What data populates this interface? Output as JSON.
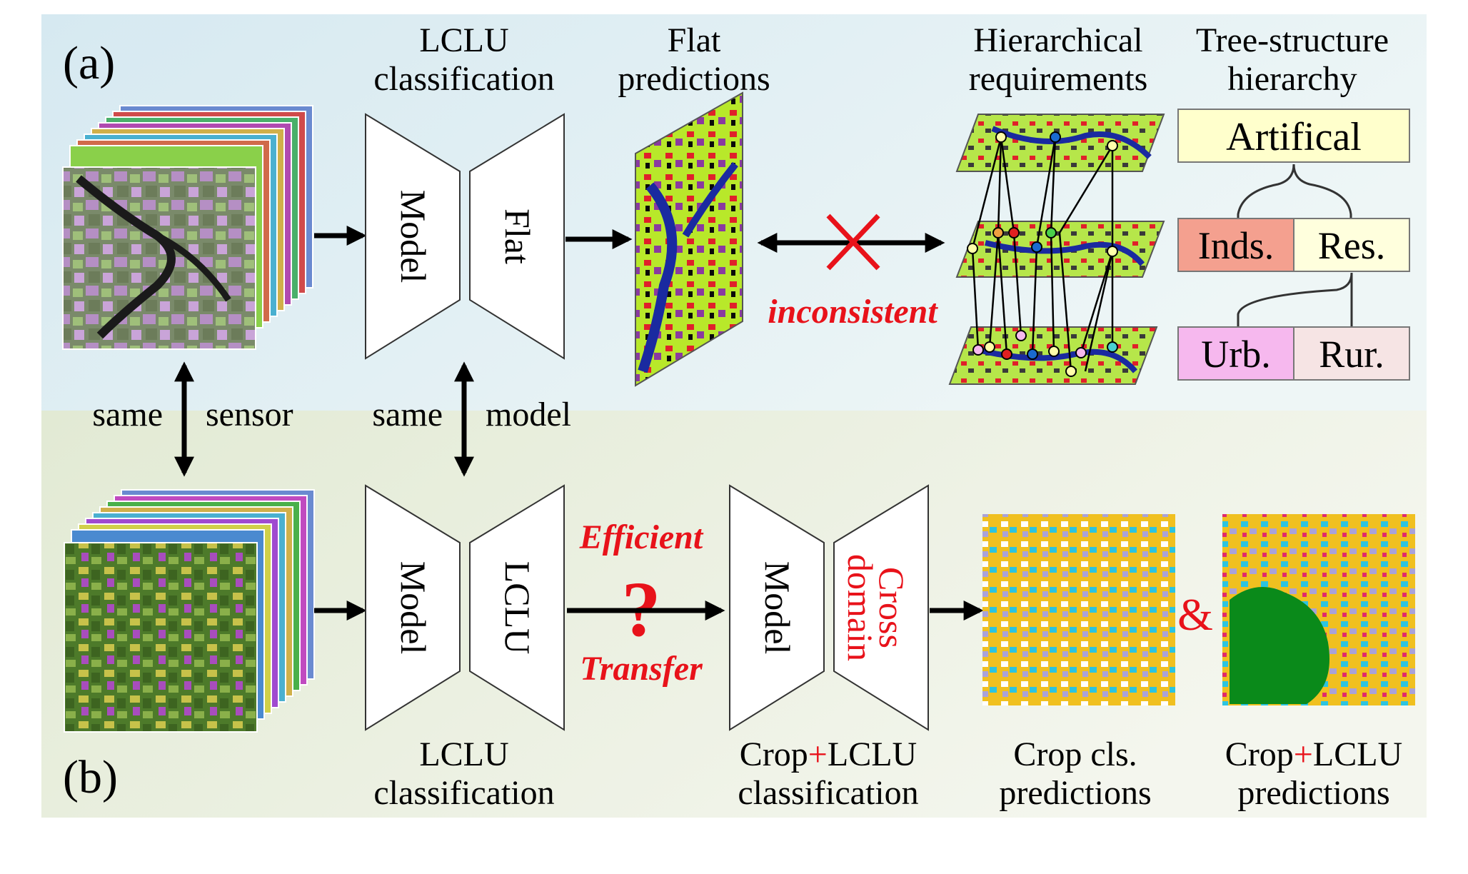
{
  "panel_a": {
    "label": "(a)",
    "lclu_header": [
      "LCLU",
      "classification"
    ],
    "flat_header": [
      "Flat",
      "predictions"
    ],
    "hier_header": [
      "Hierarchical",
      "requirements"
    ],
    "tree_header": [
      "Tree-structure",
      "hierarchy"
    ],
    "model_label": "Model",
    "flat_label": "Flat",
    "inconsistent": "inconsistent",
    "tree": {
      "root": "Artifical",
      "level2": [
        "Inds.",
        "Res."
      ],
      "level3": [
        "Urb.",
        "Rur."
      ]
    }
  },
  "middle": {
    "sensor_left": "same",
    "sensor_right": "sensor",
    "model_left": "same",
    "model_right": "model"
  },
  "panel_b": {
    "label": "(b)",
    "model_label": "Model",
    "lclu_label": "LCLU",
    "efficient": "Efficient",
    "question": "?",
    "transfer": "Transfer",
    "model2_label": "Model",
    "cross_domain": [
      "Cross",
      "domain"
    ],
    "lclu_footer": [
      "LCLU",
      "classification"
    ],
    "crop_lclu_footer": {
      "a": "Crop",
      "plus": "+",
      "b": "LCLU",
      "line2": "classification"
    },
    "crop_pred_footer": [
      "Crop cls.",
      "predictions"
    ],
    "ampersand": "&",
    "crop_lclu_pred_footer": {
      "a": "Crop",
      "plus": "+",
      "b": "LCLU",
      "line2": "predictions"
    }
  },
  "colors": {
    "accent_red": "#e8121a",
    "inds_fill": "#f4a08f",
    "res_fill": "#ffffdd",
    "artifical_fill": "#ffffcc",
    "urb_fill": "#f6b8ee",
    "rur_fill": "#f6e4e4",
    "panel_a_bg": "#dcecf2",
    "panel_b_bg": "#e6eedc"
  }
}
